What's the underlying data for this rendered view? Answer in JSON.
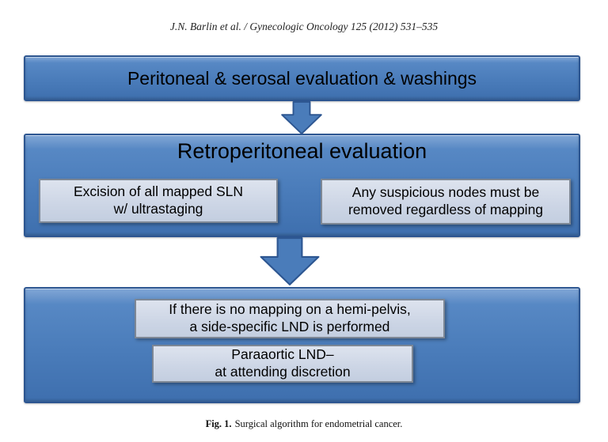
{
  "paper": {
    "header": "J.N. Barlin et al. / Gynecologic Oncology 125 (2012) 531–535",
    "caption_label": "Fig. 1.",
    "caption_text": "Surgical algorithm for endometrial cancer."
  },
  "diagram": {
    "step1": {
      "label": "Peritoneal & serosal evaluation & washings"
    },
    "step2": {
      "title": "Retroperitoneal evaluation",
      "left_box": "Excision of all mapped SLN\nw/ ultrastaging",
      "right_box": "Any suspicious nodes must be\nremoved regardless of mapping"
    },
    "step3": {
      "top_box": "If there is no mapping on a hemi-pelvis,\na side-specific LND is performed",
      "bottom_box": "Paraaortic LND–\nat attending discretion"
    },
    "colors": {
      "box_fill": "#4a7cba",
      "box_border": "#2d5691",
      "inner_box_fill": "#ccd5e5",
      "inner_box_border": "#7d8795",
      "arrow_fill": "#4a7cba",
      "arrow_outline": "#2d5691"
    }
  }
}
